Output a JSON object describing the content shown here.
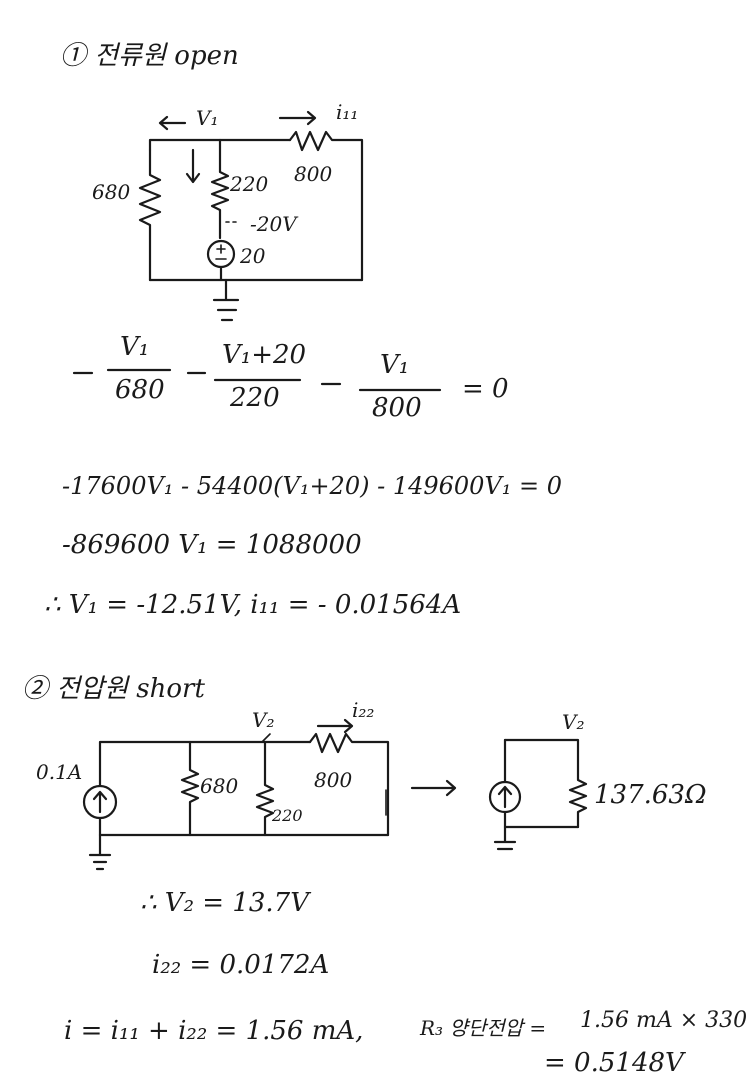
{
  "section1": {
    "title": "① 전류원 open",
    "labels": {
      "v1": "V₁",
      "i11": "i₁₁",
      "r680": "680",
      "r220": "220",
      "r800": "800",
      "node_v": "-20V",
      "source_v": "20"
    },
    "equations": [
      "-17600V₁ - 54400(V₁+20) - 149600V₁ = 0",
      "-869600 V₁ = 1088000",
      "∴ V₁ = -12.51V,  i₁₁ = - 0.01564A"
    ],
    "fraction_eq": {
      "f1_num": "V₁",
      "f1_den": "680",
      "f2_num": "V₁+20",
      "f2_den": "220",
      "f3_num": "V₁",
      "f3_den": "800",
      "rhs": "= 0"
    }
  },
  "section2": {
    "title": "② 전압원 short",
    "labels": {
      "v2": "V₂",
      "i22": "i₂₂",
      "current": "0.1A",
      "r680": "680",
      "r220": "220",
      "r800": "800",
      "eq_v2": "V₂",
      "eq_r": "137.63Ω"
    },
    "results": [
      "∴ V₂ = 13.7V",
      "i₂₂ = 0.0172A"
    ]
  },
  "final": {
    "current": "i = i₁₁ + i₂₂ = 1.56 mA,",
    "r3_label": "R₃ 양단전압 =",
    "r3_calc": "1.56 mA × 330",
    "r3_result": "= 0.5148V"
  }
}
